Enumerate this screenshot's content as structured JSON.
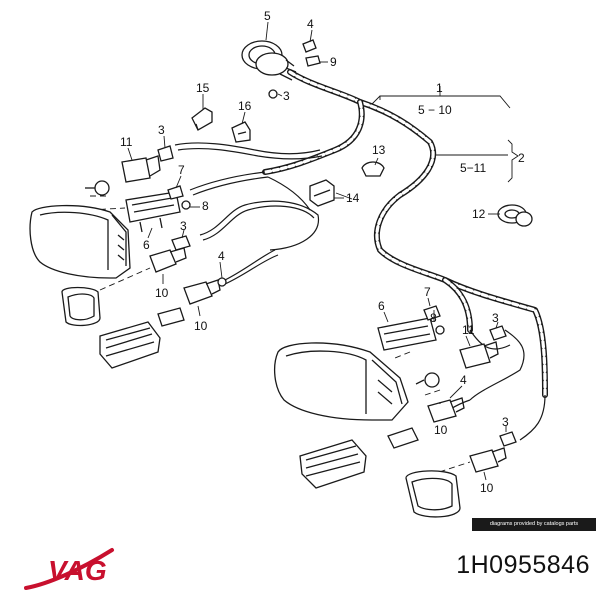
{
  "callouts": {
    "c1": "1",
    "c2": "2",
    "c3a": "3",
    "c3b": "3",
    "c3c": "3",
    "c3d": "3",
    "c3e": "3",
    "c4a": "4",
    "c4b": "4",
    "c4c": "4",
    "c5": "5",
    "c6a": "6",
    "c6b": "6",
    "c7": "7",
    "c8a": "8",
    "c8b": "8",
    "c9": "9",
    "c10a": "10",
    "c10b": "10",
    "c10c": "10",
    "c10d": "10",
    "c11a": "11",
    "c11b": "11",
    "c12": "12",
    "c13": "13",
    "c14": "14",
    "c15": "15",
    "c16": "16"
  },
  "ranges": {
    "r1": "5 − 10",
    "r2": "5−11"
  },
  "note": "diagrams provided by catalogs parts",
  "brand": {
    "name": "VAG",
    "color": "#c8102e"
  },
  "part_number": "1H0955846"
}
